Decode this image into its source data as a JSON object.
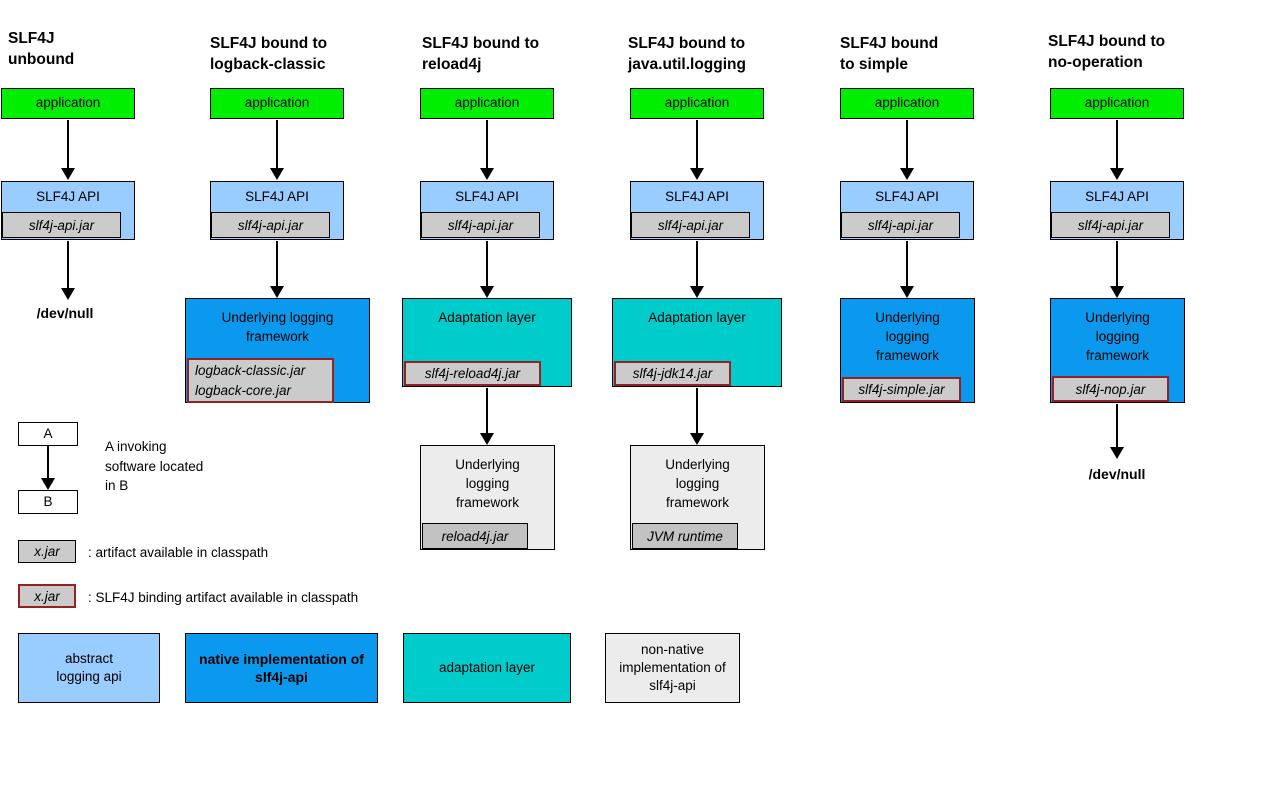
{
  "columns": [
    {
      "heading": [
        "SLF4J",
        "unbound"
      ],
      "app": "application",
      "api": "SLF4J API",
      "api_jar": "slf4j-api.jar",
      "sink": "/dev/null"
    },
    {
      "heading": [
        "SLF4J bound to",
        "logback-classic"
      ],
      "app": "application",
      "api": "SLF4J API",
      "api_jar": "slf4j-api.jar",
      "framework": {
        "title": "Underlying logging framework",
        "jars": [
          "logback-classic.jar",
          "logback-core.jar"
        ]
      }
    },
    {
      "heading": [
        "SLF4J bound to",
        "reload4j"
      ],
      "app": "application",
      "api": "SLF4J API",
      "api_jar": "slf4j-api.jar",
      "adaptation": {
        "title": "Adaptation layer",
        "jar": "slf4j-reload4j.jar"
      },
      "framework": {
        "title": "Underlying logging framework",
        "jar": "reload4j.jar"
      }
    },
    {
      "heading": [
        "SLF4J bound to",
        "java.util.logging"
      ],
      "app": "application",
      "api": "SLF4J API",
      "api_jar": "slf4j-api.jar",
      "adaptation": {
        "title": "Adaptation layer",
        "jar": "slf4j-jdk14.jar"
      },
      "framework": {
        "title": "Underlying logging framework",
        "jar": "JVM runtime"
      }
    },
    {
      "heading": [
        "SLF4J bound",
        "to simple"
      ],
      "app": "application",
      "api": "SLF4J API",
      "api_jar": "slf4j-api.jar",
      "framework": {
        "title": "Underlying logging framework",
        "jar": "slf4j-simple.jar"
      }
    },
    {
      "heading": [
        "SLF4J bound to",
        "no-operation"
      ],
      "app": "application",
      "api": "SLF4J API",
      "api_jar": "slf4j-api.jar",
      "framework": {
        "title": "Underlying logging framework",
        "jar": "slf4j-nop.jar"
      },
      "sink": "/dev/null"
    }
  ],
  "legend": {
    "invoke": {
      "a": "A",
      "b": "B",
      "text": [
        "A invoking",
        "software located",
        "in B"
      ]
    },
    "artifact": {
      "box": "x.jar",
      "text": ": artifact available in classpath"
    },
    "binding_artifact": {
      "box": "x.jar",
      "text": ": SLF4J binding artifact available in classpath"
    },
    "types": [
      {
        "label": "abstract logging api"
      },
      {
        "label": "native implementation of slf4j-api"
      },
      {
        "label": "adaptation layer"
      },
      {
        "label": "non-native implementation of slf4j-api"
      }
    ]
  },
  "colors": {
    "application": "#00ee00",
    "abstract_api": "#99ccff",
    "native_impl": "#0a99ee",
    "adaptation_layer": "#00cccc",
    "non_native_impl": "#ececec",
    "artifact_fill": "#cbcbcb",
    "binding_border": "#942222"
  }
}
